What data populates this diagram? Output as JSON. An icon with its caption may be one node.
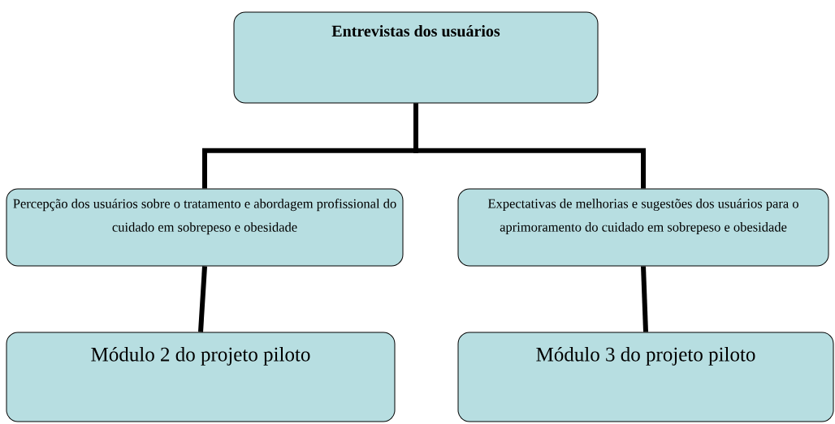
{
  "diagram": {
    "nodes": [
      {
        "text": [
          "Entrevistas dos usuários"
        ]
      },
      {
        "text": [
          "Percepção dos usuários sobre o tratamento e abordagem profissional do cuidado em sobrepeso e obesidade"
        ]
      },
      {
        "text": [
          "Expectativas de melhorias e sugestões dos usuários para o aprimoramento do cuidado em sobrepeso e obesidade"
        ]
      },
      {
        "text": [
          "Módulo 2 do projeto piloto"
        ]
      },
      {
        "text": [
          "Módulo 3 do projeto piloto"
        ]
      }
    ],
    "edges": [
      {
        "from": 0,
        "to": 1,
        "arrow": "none"
      },
      {
        "from": 0,
        "to": 2,
        "arrow": "none"
      },
      {
        "from": 1,
        "to": 3,
        "arrow": "none"
      },
      {
        "from": 2,
        "to": 4,
        "arrow": "none"
      }
    ]
  }
}
